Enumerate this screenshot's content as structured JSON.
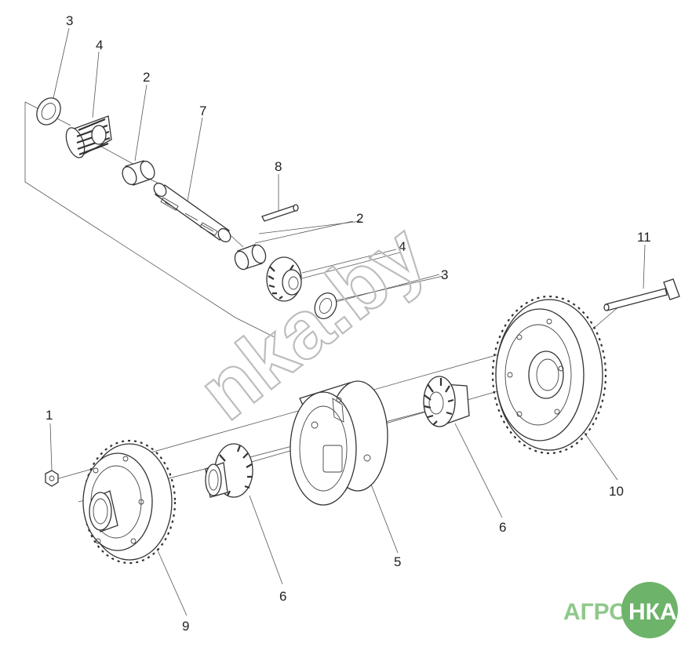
{
  "callouts": [
    {
      "id": "c3a",
      "label": "3"
    },
    {
      "id": "c4a",
      "label": "4"
    },
    {
      "id": "c2a",
      "label": "2"
    },
    {
      "id": "c7",
      "label": "7"
    },
    {
      "id": "c8",
      "label": "8"
    },
    {
      "id": "c2b",
      "label": "2"
    },
    {
      "id": "c4b",
      "label": "4"
    },
    {
      "id": "c3b",
      "label": "3"
    },
    {
      "id": "c11",
      "label": "11"
    },
    {
      "id": "c1",
      "label": "1"
    },
    {
      "id": "c10",
      "label": "10"
    },
    {
      "id": "c6b",
      "label": "6"
    },
    {
      "id": "c5",
      "label": "5"
    },
    {
      "id": "c6a",
      "label": "6"
    },
    {
      "id": "c9",
      "label": "9"
    }
  ],
  "watermark": {
    "text": "nka.by"
  },
  "logo": {
    "left": "АГРО",
    "right": "НКА",
    "accent": "#6db36a"
  }
}
